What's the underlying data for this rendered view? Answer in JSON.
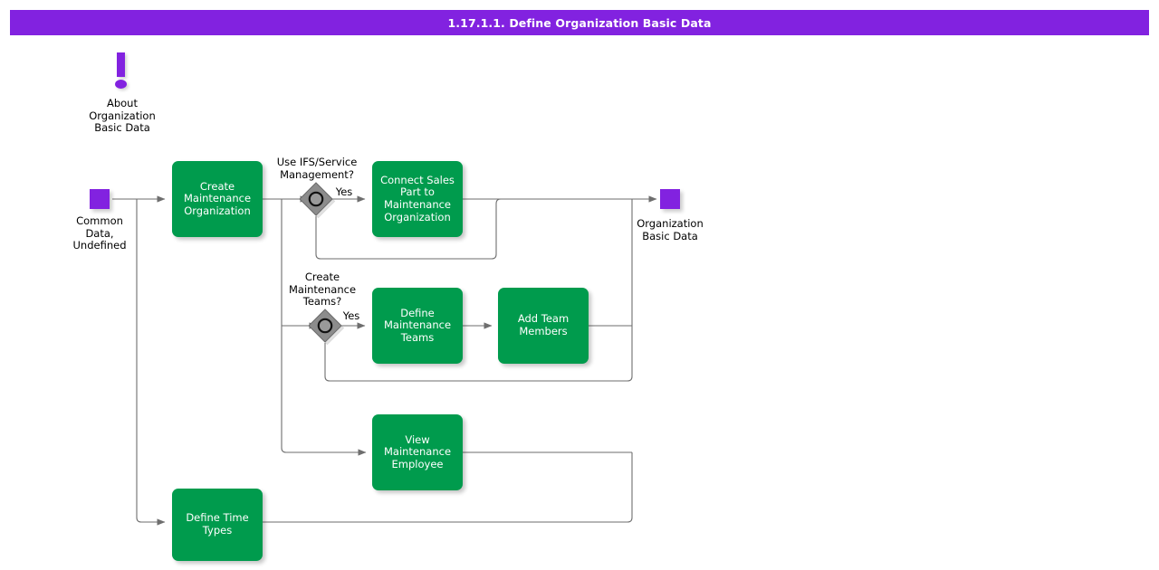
{
  "header": {
    "title": "1.17.1.1. Define Organization Basic Data",
    "bar_color": "#8222e0",
    "text_color": "#ffffff"
  },
  "theme": {
    "process_fill": "#009b4d",
    "process_text": "#ffffff",
    "terminator_fill": "#8222e0",
    "decision_fill": "#8c8c8c",
    "connector_stroke": "#6e6e6e",
    "page_background": "#ffffff",
    "label_text": "#000000"
  },
  "annotations": [
    {
      "id": "about-note",
      "icon": "exclamation-icon",
      "text": "About\nOrganization\nBasic Data"
    }
  ],
  "terminators": [
    {
      "id": "start-common-data",
      "label": "Common\nData,\nUndefined"
    },
    {
      "id": "end-organization-basic-data",
      "label": "Organization\nBasic Data"
    }
  ],
  "processes": [
    {
      "id": "create-maintenance-organization",
      "label": "Create\nMaintenance\nOrganization"
    },
    {
      "id": "connect-sales-part",
      "label": "Connect Sales\nPart to\nMaintenance\nOrganization"
    },
    {
      "id": "define-maintenance-teams",
      "label": "Define\nMaintenance\nTeams"
    },
    {
      "id": "add-team-members",
      "label": "Add Team\nMembers"
    },
    {
      "id": "view-maintenance-employee",
      "label": "View\nMaintenance\nEmployee"
    },
    {
      "id": "define-time-types",
      "label": "Define Time\nTypes"
    }
  ],
  "decisions": [
    {
      "id": "use-ifs-service-management",
      "question": "Use IFS/Service\nManagement?",
      "yes_label": "Yes"
    },
    {
      "id": "create-maintenance-teams",
      "question": "Create\nMaintenance\nTeams?",
      "yes_label": "Yes"
    }
  ]
}
